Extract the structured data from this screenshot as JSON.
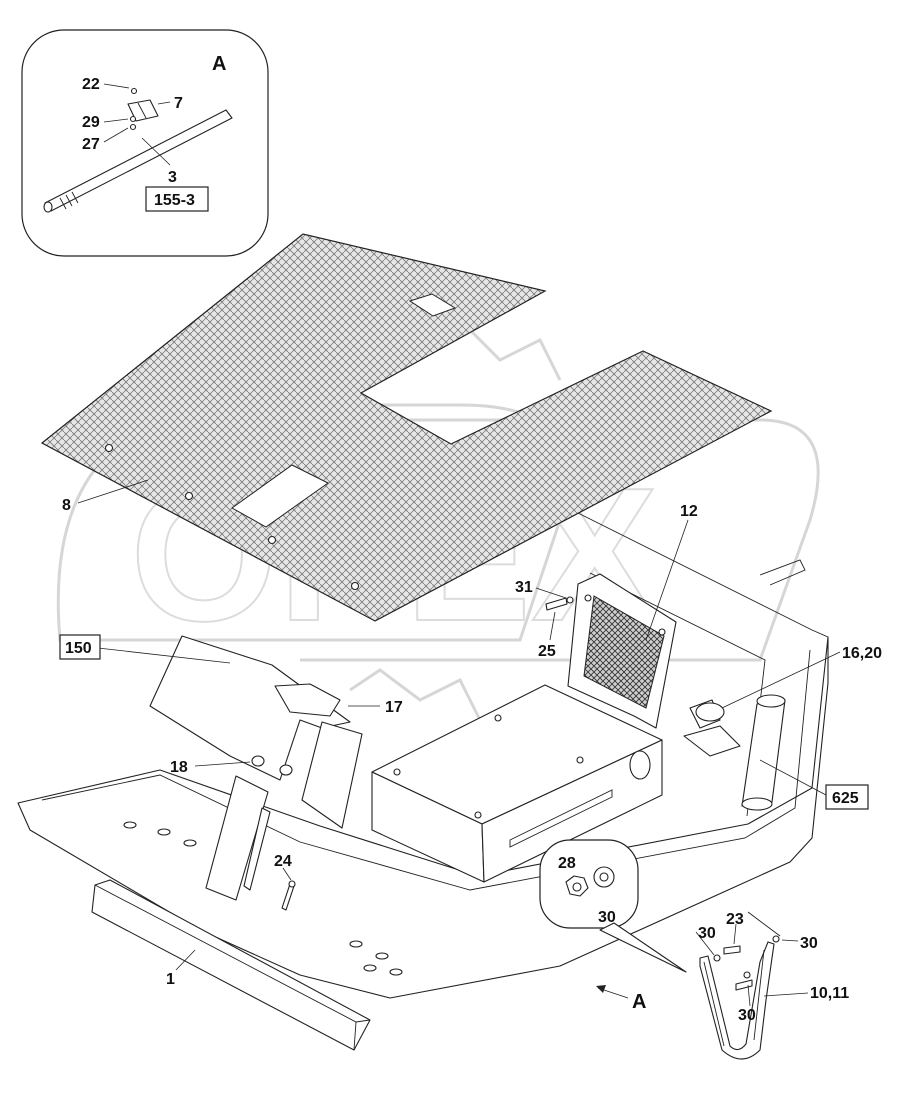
{
  "detail_view": {
    "letter": "A"
  },
  "section_arrow": {
    "letter": "A"
  },
  "callouts": {
    "c22": "22",
    "c7": "7",
    "c29": "29",
    "c27": "27",
    "c3": "3",
    "c8": "8",
    "c12": "12",
    "c31": "31",
    "c25": "25",
    "c16_20": "16,20",
    "c17": "17",
    "c18": "18",
    "c24": "24",
    "c28": "28",
    "c30_detail": "30",
    "c23": "23",
    "c30_a": "30",
    "c30_b": "30",
    "c30_c": "30",
    "c10_11": "10,11",
    "c1": "1"
  },
  "reference_boxes": {
    "r155_3": "155-3",
    "r150": "150",
    "r625": "625"
  },
  "watermark": {
    "text": "OPEX"
  }
}
